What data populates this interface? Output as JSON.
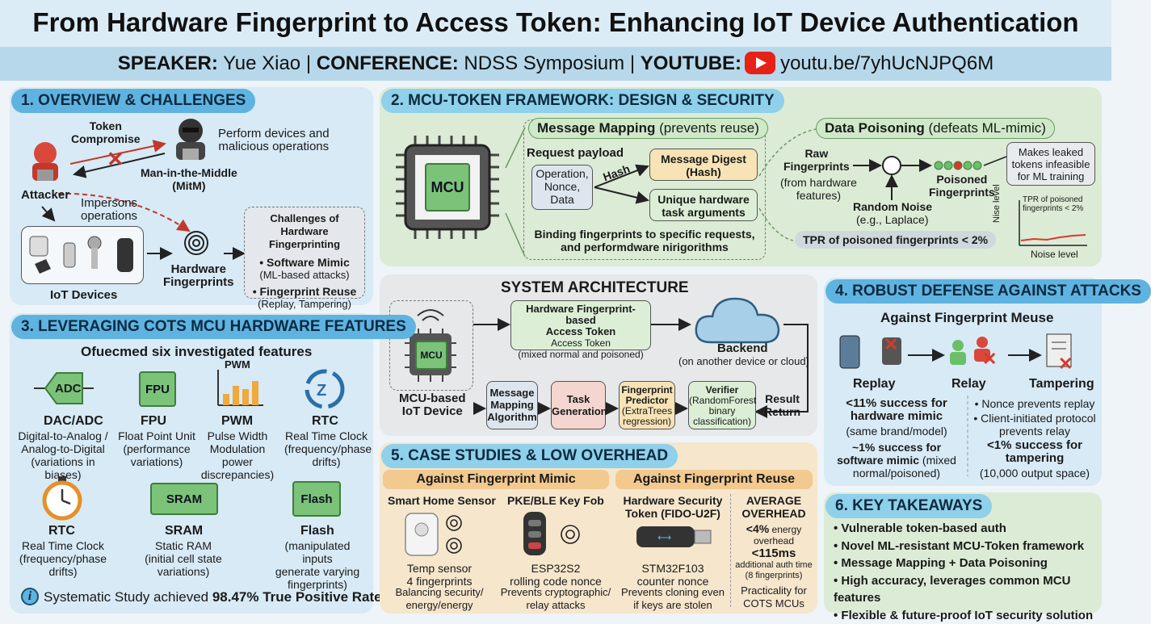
{
  "header": {
    "title": "From Hardware Fingerprint to Access Token: Enhancing IoT Device Authentication",
    "speaker_label": "SPEAKER:",
    "speaker": "Yue Xiao",
    "sep1": "|",
    "conference_label": "CONFERENCE:",
    "conference": "NDSS Symposium",
    "sep2": "|",
    "youtube_label": "YOUTUBE:",
    "youtube": "youtu.be/7yhUcNJPQ6M"
  },
  "s1": {
    "title": "1. OVERVIEW & CHALLENGES",
    "token_compromise": "Token\nCompromise",
    "perform": "Perform devices and\nmalicious operations",
    "attacker": "Attacker",
    "mitm": "Man-in-the-Middle\n(MitM)",
    "impersons": "Impersons\noperations",
    "iot": "IoT Devices",
    "hw_fp": "Hardware\nFingerprints",
    "challenges_title": "Challenges of\nHardware Fingerprinting",
    "c1": "• Software Mimic",
    "c1s": "(ML-based attacks)",
    "c2": "• Fingerprint Reuse",
    "c2s": "(Replay, Tampering)"
  },
  "s2": {
    "title": "2. MCU-TOKEN FRAMEWORK: DESIGN & SECURITY",
    "mcu": "MCU",
    "mm_bold": "Message Mapping",
    "mm_rest": " (prevents reuse)",
    "req_payload": "Request payload",
    "payload": "Operation,\nNonce,\nData",
    "hash": "Hash",
    "digest": "Message Digest\n(Hash)",
    "unique": "Unique hardware\ntask arguments",
    "binding": "Binding fingerprints to specific requests,\nand performdware nirigorithms",
    "dp_bold": "Data Poisoning",
    "dp_rest": " (defeats ML-mimic)",
    "raw_fp": "Raw\nFingerprints",
    "raw_fp_sub": "(from hardware\nfeatures)",
    "plus": "+",
    "noise": "Random Noise",
    "noise_sub": "(e.g., Laplace)",
    "poisoned": "Poisoned\nFingerprints",
    "leaked": "Makes leaked\ntokens infeasible\nfor ML training",
    "tpr_box": "TPR of poisoned fingerprints < 2%",
    "chart_note": "TPR of poisoned\nfingerprints < 2%",
    "ylabel": "Nise level",
    "xlabel": "Noise level"
  },
  "arch": {
    "title": "SYSTEM ARCHITECTURE",
    "mcu": "MCU",
    "device": "MCU-based\nIoT Device",
    "token_title": "Hardware Fingerprint-based\nAccess Token",
    "token_sub": "Access Token\n(mixed normal and poisoned)",
    "backend": "Backend",
    "backend_sub": "(on another device or cloud)",
    "mma": "Message\nMapping\nAlgorithm",
    "task": "Task\nGeneration",
    "fpp": "Fingerprint\nPredictor",
    "fpp_sub": "(ExtraTrees\nregression)",
    "ver": "Verifier",
    "ver_sub": "(RandomForest\nbinary\nclassification)",
    "result": "Result\nReturn"
  },
  "s3": {
    "title": "3. LEVERAGING COTS MCU HARDWARE FEATURES",
    "subtitle": "Ofuecmed six investigated features",
    "f1_icon": "ADC",
    "f1": "DAC/ADC",
    "f1s": "Digital-to-Analog /\nAnalog-to-Digital\n(variations in biases)",
    "f2_icon": "FPU",
    "f2": "FPU",
    "f2s": "Float Point Unit\n(performance\nvariations)",
    "f3_icon": "PWM",
    "f3": "PWM",
    "f3s": "Pulse Width\nModulation\npower discrepancies)",
    "f4": "RTC",
    "f4s": "Real Time Clock\n(frequency/phase\ndrifts)",
    "f5": "RTC",
    "f5s": "Real Time Clock\n(frequency/phase\ndrifts)",
    "f6_icon": "SRAM",
    "f6": "SRAM",
    "f6s": "Static RAM\n(initial cell state\nvariations)",
    "f7_icon": "Flash",
    "f7": "Flash",
    "f7s": "(manipulated inputs\ngenerate varying\nfingerprints)",
    "info_icon": "i",
    "study": "Systematic Study achieved ",
    "study_b": "98.47% True Positive Rate"
  },
  "s4": {
    "title": "4. ROBUST DEFENSE AGAINST ATTACKS",
    "subtitle": "Against Fingerprint Meuse",
    "replay": "Replay",
    "relay": "Relay",
    "tampering": "Tampering",
    "l1b": "<11% success for\nhardware mimic",
    "l1s": "(same brand/model)",
    "l2b": "~1% success for\nsoftware mimic",
    "l2s": " (mixed\nnormal/poisoned)",
    "r1": "• Nonce prevents replay",
    "r2": "• Client-initiated protocol\nprevents relay",
    "r3b": "<1% success for\ntampering",
    "r3s": "(10,000 output space)"
  },
  "s5": {
    "title": "5. CASE STUDIES & LOW OVERHEAD",
    "left_title": "Against Fingerprint Mimic",
    "right_title": "Against Fingerprint Reuse",
    "smart": "Smart Home Sensor",
    "smart_d": "Temp sensor\n4 fingerprints",
    "smart_e": "Balancing security/\nenergy/energy",
    "pke": "PKE/BLE Key Fob",
    "pke_d": "ESP32S2\nrolling code nonce",
    "pke_e": "Prevents cryptographic/\nrelay attacks",
    "hst": "Hardware Security\nToken (FIDO-U2F)",
    "hst_d": "STM32F103\ncounter nonce",
    "hst_e": "Prevents cloning even\nif keys are stolen",
    "avg": "AVERAGE\nOVERHEAD",
    "o1b": "<4%",
    "o1s": " energy\noverhead",
    "o2b": "<115ms",
    "o2s": "additional auth time\n(8 fingerprints)",
    "o3": "Practicality for\nCOTS MCUs"
  },
  "s6": {
    "title": "6. KEY TAKEAWAYS",
    "items": [
      "Vulnerable token-based auth",
      "Novel ML-resistant MCU-Token framework",
      "Message Mapping + Data Poisoning",
      "High accuracy, leverages common MCU features",
      "Flexible & future-proof IoT security solution"
    ]
  },
  "colors": {
    "red": "#d93a2b",
    "green": "#6cbf69",
    "blue": "#5fb3e0"
  }
}
